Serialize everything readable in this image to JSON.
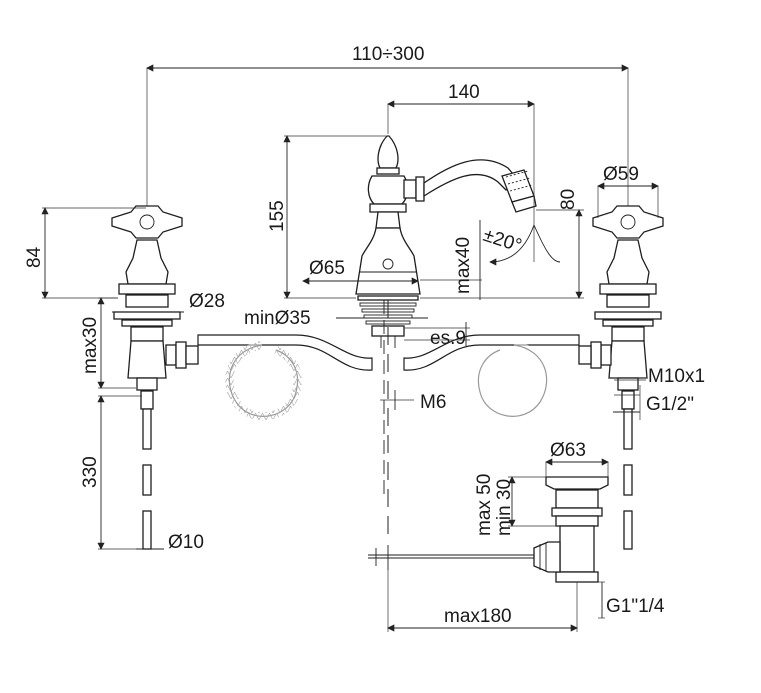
{
  "dimensions": {
    "overall_width": "110÷300",
    "spout_reach": "140",
    "spout_height": "155",
    "outlet_height": "80",
    "swivel_angle": "±20°",
    "spout_base_diameter": "Ø65",
    "aerator_diameter": "Ø59",
    "handle_height": "84",
    "handle_base_diameter": "Ø28",
    "deck_thickness_max": "max30",
    "hole_diameter_min": "minØ35",
    "pop_up_height_max": "max40",
    "plate_thickness": "es.9",
    "rod_thread": "M6",
    "connector_thread": "M10x1",
    "inlet_thread": "G1/2\"",
    "hose_length": "330",
    "hose_diameter": "Ø10",
    "waste_diameter": "Ø63",
    "waste_height_max": "max 50",
    "waste_height_min": "min 30",
    "rod_reach_max": "max180",
    "waste_thread": "G1\"1/4"
  }
}
